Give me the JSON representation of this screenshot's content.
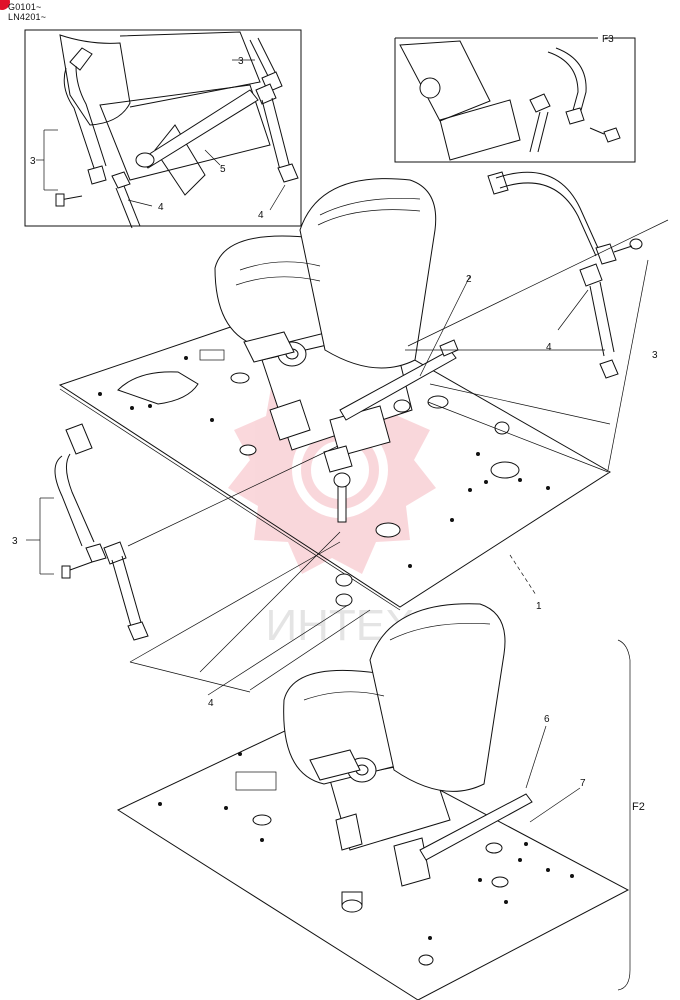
{
  "header": {
    "serial_a": "G0101~",
    "serial_b": "LN4201~"
  },
  "inset_label": "F3",
  "group_label": "F2",
  "watermark": "ИНТЕХ",
  "callouts": {
    "c1": "1",
    "c2": "2",
    "c3_top": "3",
    "c3_right": "3",
    "c3_left": "3",
    "c3_inset": "3",
    "c4_inset_a": "4",
    "c4_inset_b": "4",
    "c4_right": "4",
    "c4_bottom": "4",
    "c5": "5",
    "c6": "6",
    "c7": "7"
  },
  "colors": {
    "badge": "#e0102a",
    "watermark": "#f5b8bf",
    "line": "#111111"
  }
}
